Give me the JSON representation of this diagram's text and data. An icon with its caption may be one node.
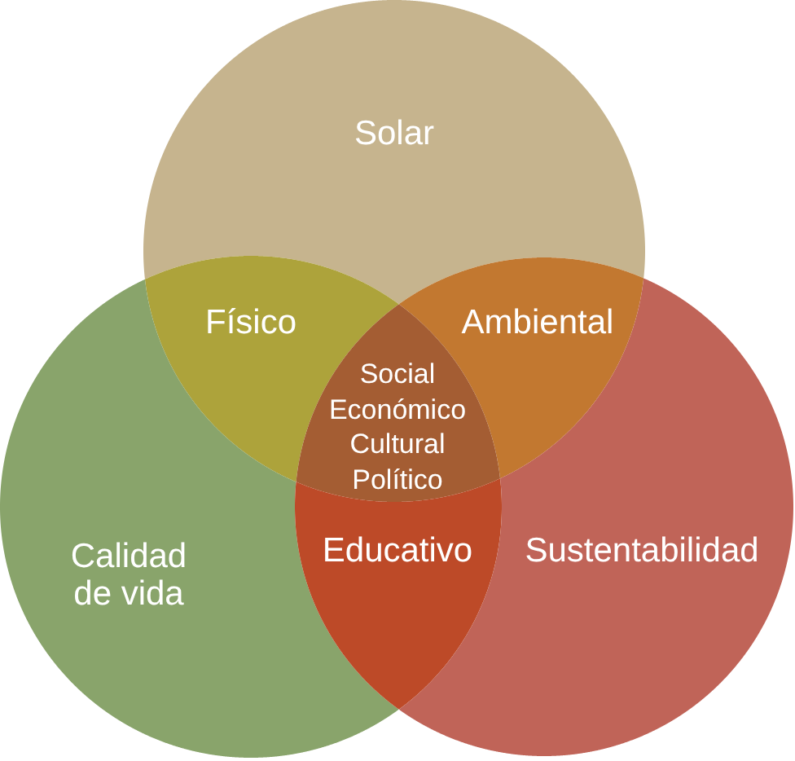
{
  "diagram": {
    "nodes": [
      {
        "text": [
          "Solar"
        ]
      },
      {
        "text": [
          "Físico"
        ]
      },
      {
        "text": [
          "Ambiental"
        ]
      },
      {
        "text": [
          "Social",
          "Económico",
          "Cultural",
          "Político"
        ]
      },
      {
        "text": [
          "Calidad de vida"
        ]
      },
      {
        "text": [
          "Educativo"
        ]
      },
      {
        "text": [
          "Sustentabilidad"
        ]
      }
    ]
  }
}
